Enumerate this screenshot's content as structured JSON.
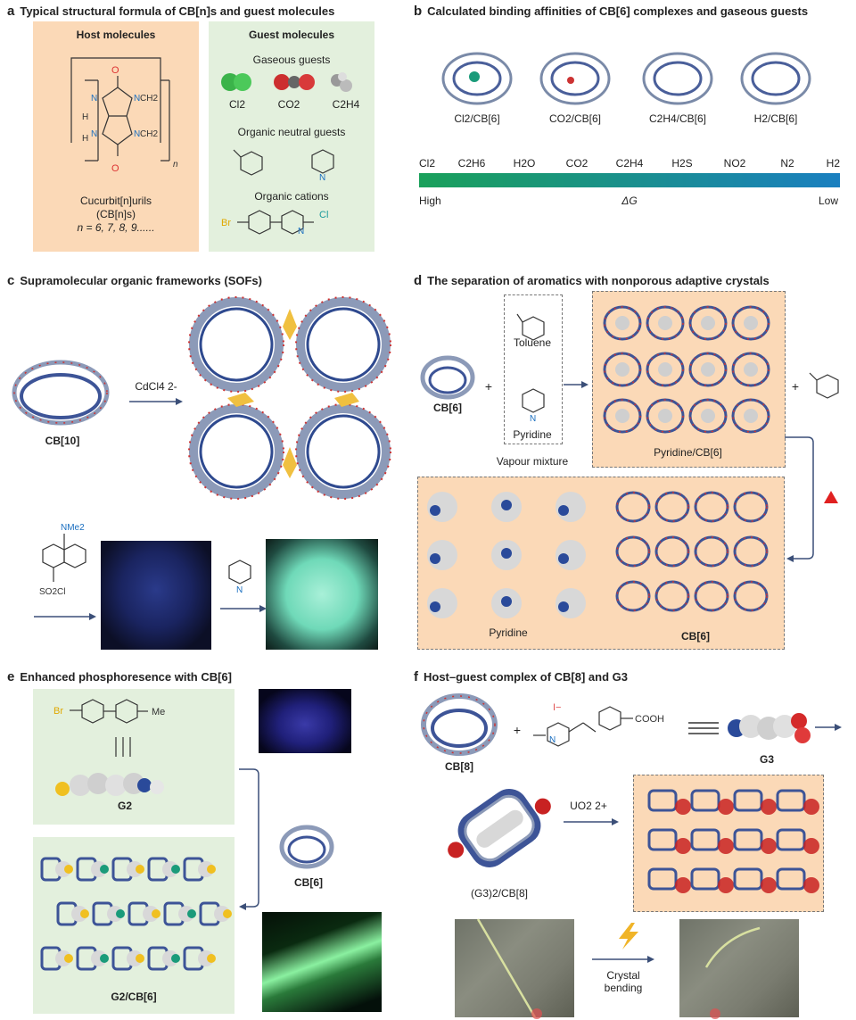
{
  "panel_a": {
    "letter": "a",
    "title": "Typical structural formula of CB[n]s and guest molecules",
    "host_heading": "Host molecules",
    "guest_heading": "Guest molecules",
    "host_name_line1": "Cucurbit[n]urils",
    "host_name_line2": "(CB[n]s)",
    "host_n_values": "n = 6, 7, 8, 9......",
    "gaseous_heading": "Gaseous guests",
    "gas_labels": [
      "Cl2",
      "CO2",
      "C2H4"
    ],
    "organic_neutral_heading": "Organic neutral guests",
    "organic_cations_heading": "Organic cations",
    "atom_labels": {
      "br": "Br",
      "cl": "Cl",
      "n": "N",
      "o": "O",
      "h": "H",
      "ch2": "CH2",
      "subscript_n": "n"
    }
  },
  "panel_b": {
    "letter": "b",
    "title": "Calculated binding affinities of CB[6] complexes and gaseous guests",
    "complexes": [
      "Cl2/CB[6]",
      "CO2/CB[6]",
      "C2H4/CB[6]",
      "H2/CB[6]"
    ],
    "gradient_labels": [
      "Cl2",
      "C2H6",
      "H2O",
      "CO2",
      "C2H4",
      "H2S",
      "NO2",
      "N2",
      "H2"
    ],
    "axis_left": "High",
    "axis_center": "ΔG",
    "axis_right": "Low",
    "gradient_colors": [
      "#1aa05a",
      "#1a7fc0"
    ]
  },
  "panel_c": {
    "letter": "c",
    "title": "Supramolecular organic frameworks (SOFs)",
    "host_label": "CB[10]",
    "reagent": "CdCl4 2-",
    "reagent_label": "NMe2",
    "sulfonyl_label": "SO2Cl"
  },
  "panel_d": {
    "letter": "d",
    "title": "The separation of aromatics with nonporous adaptive crystals",
    "host_label": "CB[6]",
    "toluene": "Toluene",
    "pyridine": "Pyridine",
    "vapour": "Vapour mixture",
    "complex_label": "Pyridine/CB[6]",
    "plus": "+",
    "released_label": "Pyridine",
    "regenerated_label": "CB[6]"
  },
  "panel_e": {
    "letter": "e",
    "title": "Enhanced phosphoresence with CB[6]",
    "guest_label": "G2",
    "complex_label": "G2/CB[6]",
    "host_label": "CB[6]",
    "br": "Br",
    "methyl": "Me"
  },
  "panel_f": {
    "letter": "f",
    "title": "Host–guest complex of CB[8] and G3",
    "host_label": "CB[8]",
    "guest_label": "G3",
    "iodide": "I−",
    "acid": "COOH",
    "complex_label": "(G3)2/CB[8]",
    "uranyl": "UO2 2+",
    "crystal_line1": "Crystal",
    "crystal_line2": "bending"
  }
}
